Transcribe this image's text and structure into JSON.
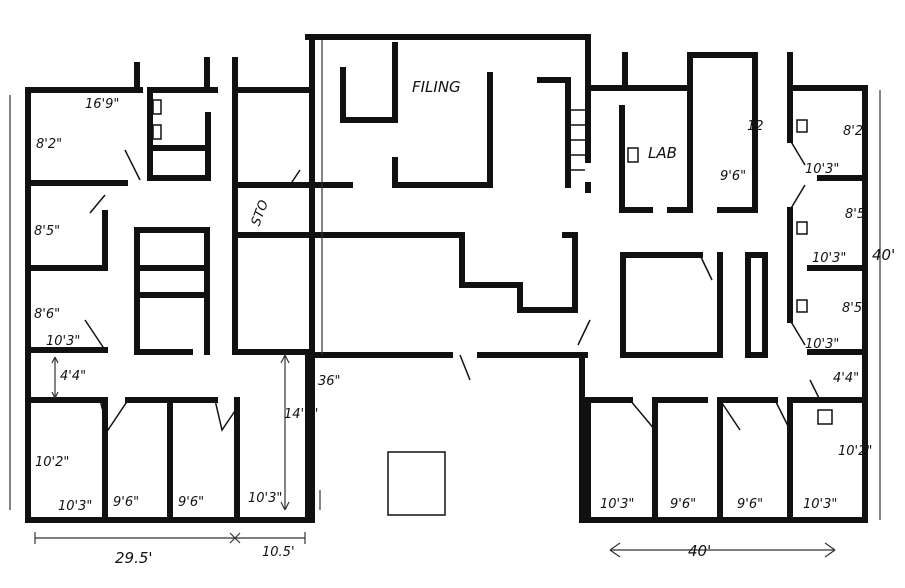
{
  "plan": {
    "rooms": {
      "filing": "FILING",
      "lab": "LAB",
      "storage": "STO"
    },
    "dimensions": {
      "left_top_width": "16'9\"",
      "left_r1": "8'2\"",
      "left_r2": "8'5\"",
      "left_r3": "8'6\"",
      "left_r3_width": "10'3\"",
      "left_corridor": "4'4\"",
      "left_bottom_depth": "10'2\"",
      "left_b1": "10'3\"",
      "left_b2": "9'6\"",
      "left_b3": "9'6\"",
      "left_b4": "10'3\"",
      "left_total": "29.5'",
      "left_extra": "10.5'",
      "center_height": "14'6\"",
      "center_door": "36\"",
      "lab_side": "12",
      "lab_width": "9'6\"",
      "right_r1": "8'2\"",
      "right_r1_width": "10'3\"",
      "right_r2": "8'5'",
      "right_r2_width": "10'3\"",
      "right_r3": "8'5",
      "right_r3_width": "10'3\"",
      "right_corridor": "4'4\"",
      "right_bottom_depth": "10'2\"",
      "right_b1": "10'3\"",
      "right_b2": "9'6\"",
      "right_b3": "9'6\"",
      "right_b4": "10'3\"",
      "right_total": "40'",
      "right_side_total": "40'"
    }
  }
}
